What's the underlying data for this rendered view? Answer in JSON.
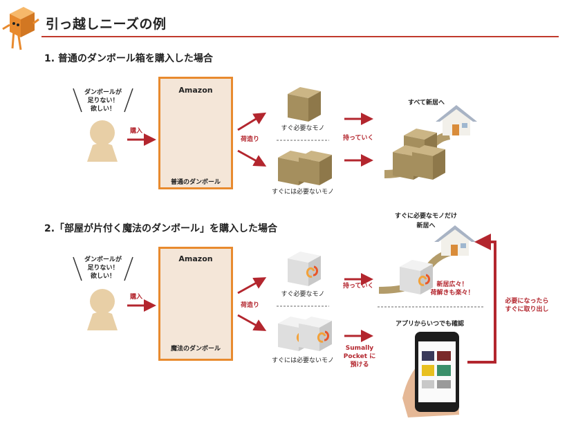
{
  "page": {
    "title": "引っ越しニーズの例"
  },
  "section1": {
    "heading": "1. 普通のダンボール箱を購入した場合",
    "speech": [
      "ダンボールが",
      "足りない！",
      "欲しい！"
    ],
    "buy_label": "購入",
    "store_label": "Amazon",
    "box_caption": "普通のダンボール",
    "sort_label": "荷造り",
    "needed_label": "すぐ必要なモノ",
    "not_needed_label": "すぐには必要ないモノ",
    "carry_label": "持っていく",
    "destination_label": "すべて新居へ"
  },
  "section2": {
    "heading": "2.「部屋が片付く魔法のダンボール」を購入した場合",
    "speech": [
      "ダンボールが",
      "足りない！",
      "欲しい！"
    ],
    "buy_label": "購入",
    "store_label": "Amazon",
    "box_caption": "魔法のダンボール",
    "sort_label": "荷造り",
    "needed_label": "すぐ必要なモノ",
    "not_needed_label": "すぐには必要ないモノ",
    "carry_label": "持っていく",
    "destination_label_line1": "すぐに必要なモノだけ",
    "destination_label_line2": "新居へ",
    "move_easy_line1": "新居広々！",
    "move_easy_line2": "荷解きも楽々！",
    "app_label": "アプリからいつでも確認",
    "storage_line1": "Sumally",
    "storage_line2": "Pocket に",
    "storage_line3": "預ける",
    "retrieve_line1": "必要になったら",
    "retrieve_line2": "すぐに取り出し"
  },
  "colors": {
    "accent_red": "#b3262e",
    "frame_orange": "#e88a2e",
    "frame_fill": "#f4e6d8",
    "cardboard": "#b39c6a",
    "person": "#e8cfa6"
  },
  "icons": [
    "box-mascot-icon",
    "person-icon",
    "cardboard-box-icon",
    "magic-box-icon",
    "house-icon",
    "smartphone-icon",
    "arrow-icon"
  ]
}
